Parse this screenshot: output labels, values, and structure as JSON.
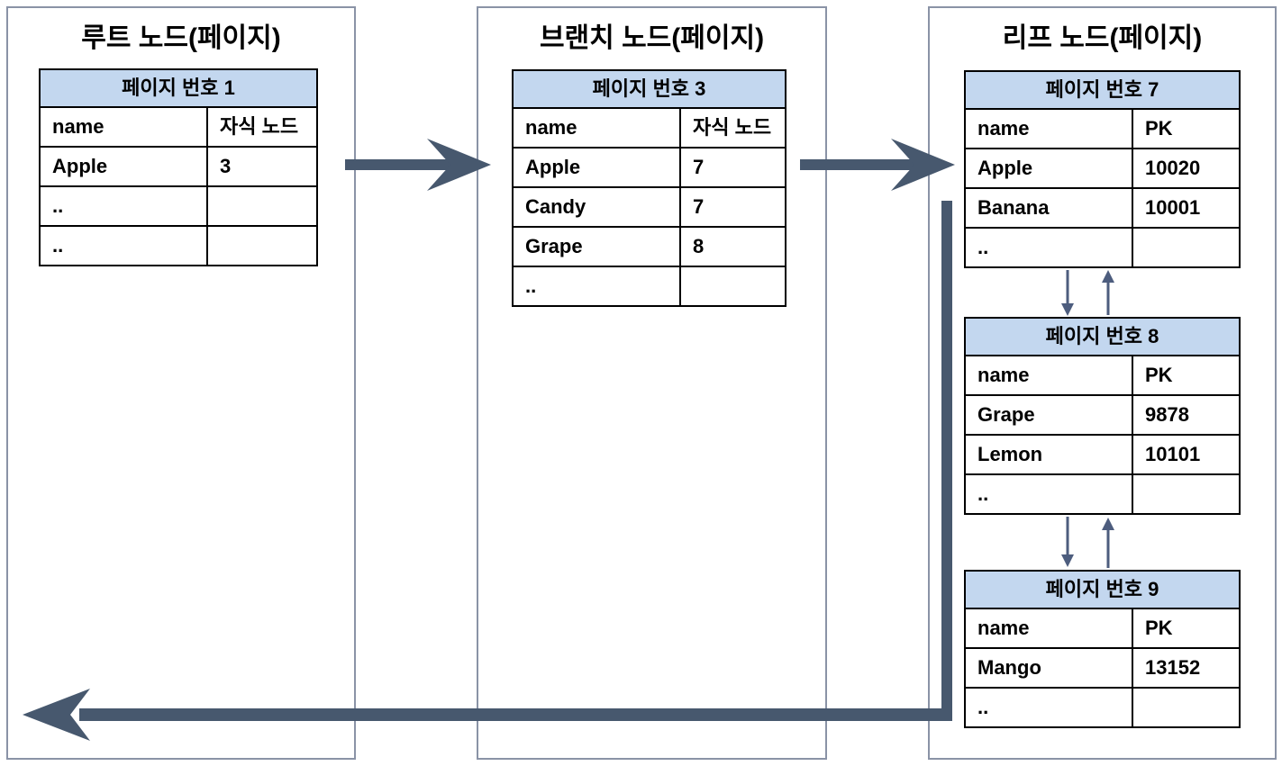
{
  "colors": {
    "background": "#ffffff",
    "panel_border": "#8a93a6",
    "table_border": "#000000",
    "table_header_bg": "#c3d7ef",
    "arrow_big": "#47586e",
    "arrow_small": "#4d5d7e",
    "text": "#000000"
  },
  "diagram": {
    "panels": [
      {
        "title": "루트 노드(페이지)",
        "tables": [
          {
            "header": "페이지 번호 1",
            "rows": [
              [
                "name",
                "자식 노드"
              ],
              [
                "Apple",
                "3"
              ],
              [
                "..",
                ""
              ],
              [
                "..",
                ""
              ]
            ]
          }
        ]
      },
      {
        "title": "브랜치 노드(페이지)",
        "tables": [
          {
            "header": "페이지 번호 3",
            "rows": [
              [
                "name",
                "자식 노드"
              ],
              [
                "Apple",
                "7"
              ],
              [
                "Candy",
                "7"
              ],
              [
                "Grape",
                "8"
              ],
              [
                "..",
                ""
              ]
            ]
          }
        ]
      },
      {
        "title": "리프 노드(페이지)",
        "tables": [
          {
            "header": "페이지 번호 7",
            "rows": [
              [
                "name",
                "PK"
              ],
              [
                "Apple",
                "10020"
              ],
              [
                "Banana",
                "10001"
              ],
              [
                "..",
                ""
              ]
            ]
          },
          {
            "header": "페이지 번호 8",
            "rows": [
              [
                "name",
                "PK"
              ],
              [
                "Grape",
                "9878"
              ],
              [
                "Lemon",
                "10101"
              ],
              [
                "..",
                ""
              ]
            ]
          },
          {
            "header": "페이지 번호 9",
            "rows": [
              [
                "name",
                "PK"
              ],
              [
                "Mango",
                "13152"
              ],
              [
                "..",
                ""
              ]
            ]
          }
        ]
      }
    ]
  }
}
